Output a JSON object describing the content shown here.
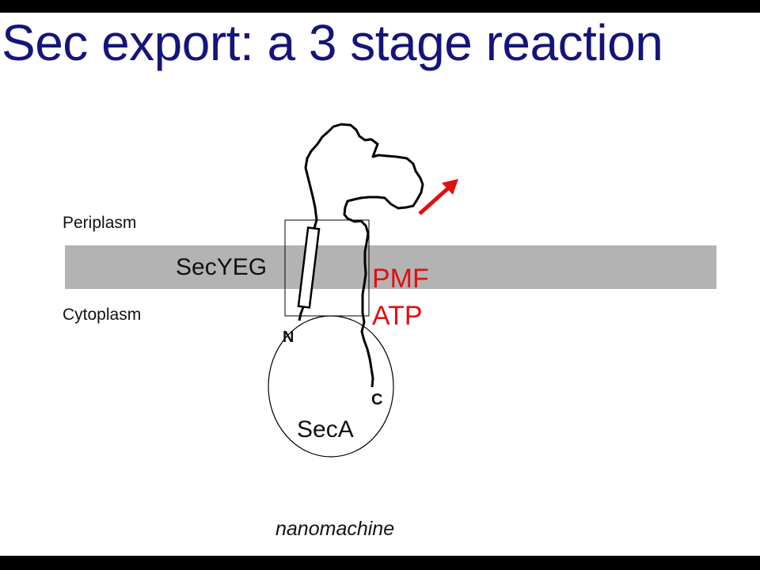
{
  "title": "Sec export: a 3 stage reaction",
  "labels": {
    "periplasm": "Periplasm",
    "cytoplasm": "Cytoplasm",
    "translocon": "SecYEG",
    "energy_1": "PMF",
    "energy_2": "ATP",
    "n_terminus": "N",
    "c_terminus": "C",
    "motor": "SecA",
    "caption": "nanomachine"
  },
  "colors": {
    "title": "#14147a",
    "membrane": "#b3b3b3",
    "energy": "#e01010",
    "arrow": "#e01010",
    "line": "#000000"
  },
  "icons": {
    "arrow": "export-arrow-icon"
  }
}
